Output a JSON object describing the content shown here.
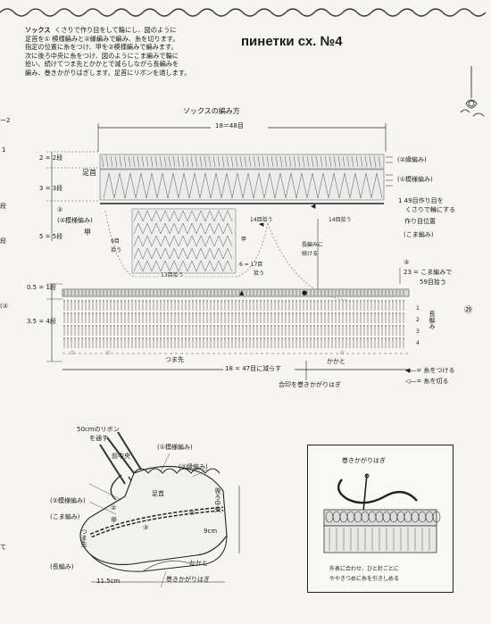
{
  "header": {
    "instructions_title": "ソックス",
    "instructions_lines": [
      "くさりで作り目をして輪にし、図のように",
      "足首を① 模様編みと②縁編みで編み、糸を切ります。",
      "指定の位置に糸をつけ、甲を②模様編みで編みます。",
      "次に後ろ中央に糸をつけ、図のようにこま編みで輪に",
      "拾い、続けてつま先とかかとで減らしながら長編みを",
      "編み、巻きかがりはぎします。足首にリボンを通します。"
    ],
    "scheme_title": "пинетки сх. №4"
  },
  "diagram": {
    "title": "ソックスの編み方",
    "top_width": "18＝48目",
    "left_labels": {
      "ankle_row": "2 = 2段",
      "ankle_rows": "3 = 3段",
      "ankle": "足首",
      "instep_mark": "②",
      "instep_pattern": "(②模様編み)",
      "instep": "甲",
      "instep_rows": "5 = 5段",
      "row_1": "0.5 = 1段",
      "rows_4": "3.5 = 4段"
    },
    "right_labels": {
      "edging": "(②縁編み)",
      "pattern1": "(①模様編み)",
      "join_note_1": "1 49目作り目を",
      "join_note_2": "くさりで輪にする",
      "start_pos": "作り目位置",
      "sc_note": "(こま編み)",
      "row_num_3": "③",
      "sc_pick": "23 = こま編みで",
      "sc_pick_2": "59目拾う",
      "dc_label": "長編み",
      "side_rows": [
        "1",
        "2",
        "3",
        "4"
      ]
    },
    "inner_labels": {
      "pick_14a": "14目拾う",
      "pick_14b": "14目拾う",
      "pick_9": "9目",
      "pick_9b": "拾う",
      "pick_13": "13目拾う",
      "pick_6": "6 = 17目",
      "pick_6b": "拾う",
      "instep_small": "甲",
      "long_stitch": "長編みに",
      "long_stitch_b": "続ける"
    },
    "bottom_labels": {
      "toe": "つま先",
      "heel": "かかと",
      "width": "18 = 47目に減らす",
      "seam": "合印を巻きかがりはぎ"
    },
    "legend": {
      "attach": "= 糸をつける",
      "cut": "= 糸を切る"
    },
    "page_circle": "㉙"
  },
  "illustration": {
    "ribbon_1": "50cmのリボン",
    "ribbon_2": "を通す",
    "front_center": "前中央",
    "pattern1": "(①模様編み)",
    "edging": "(②縁編み)",
    "pattern2": "(②模様編み)",
    "ankle": "足首",
    "back_center": "後ろ中央",
    "sc": "(こま編み)",
    "instep": "甲",
    "toe": "つま先",
    "dc": "(長編み)",
    "heel": "かかと",
    "height": "9cm",
    "length": "11.5cm",
    "seam": "巻きかがりはぎ",
    "circ2": "②",
    "circ1": "①",
    "circ3": "③"
  },
  "inset": {
    "title": "巻きかがりはぎ",
    "caption_1": "外表に合わせ、ひと針ごとに",
    "caption_2": "ややきつめに糸を引きしめる"
  },
  "margin_fragments": [
    "ー2",
    "1",
    "段",
    "段",
    "(②",
    "て"
  ]
}
